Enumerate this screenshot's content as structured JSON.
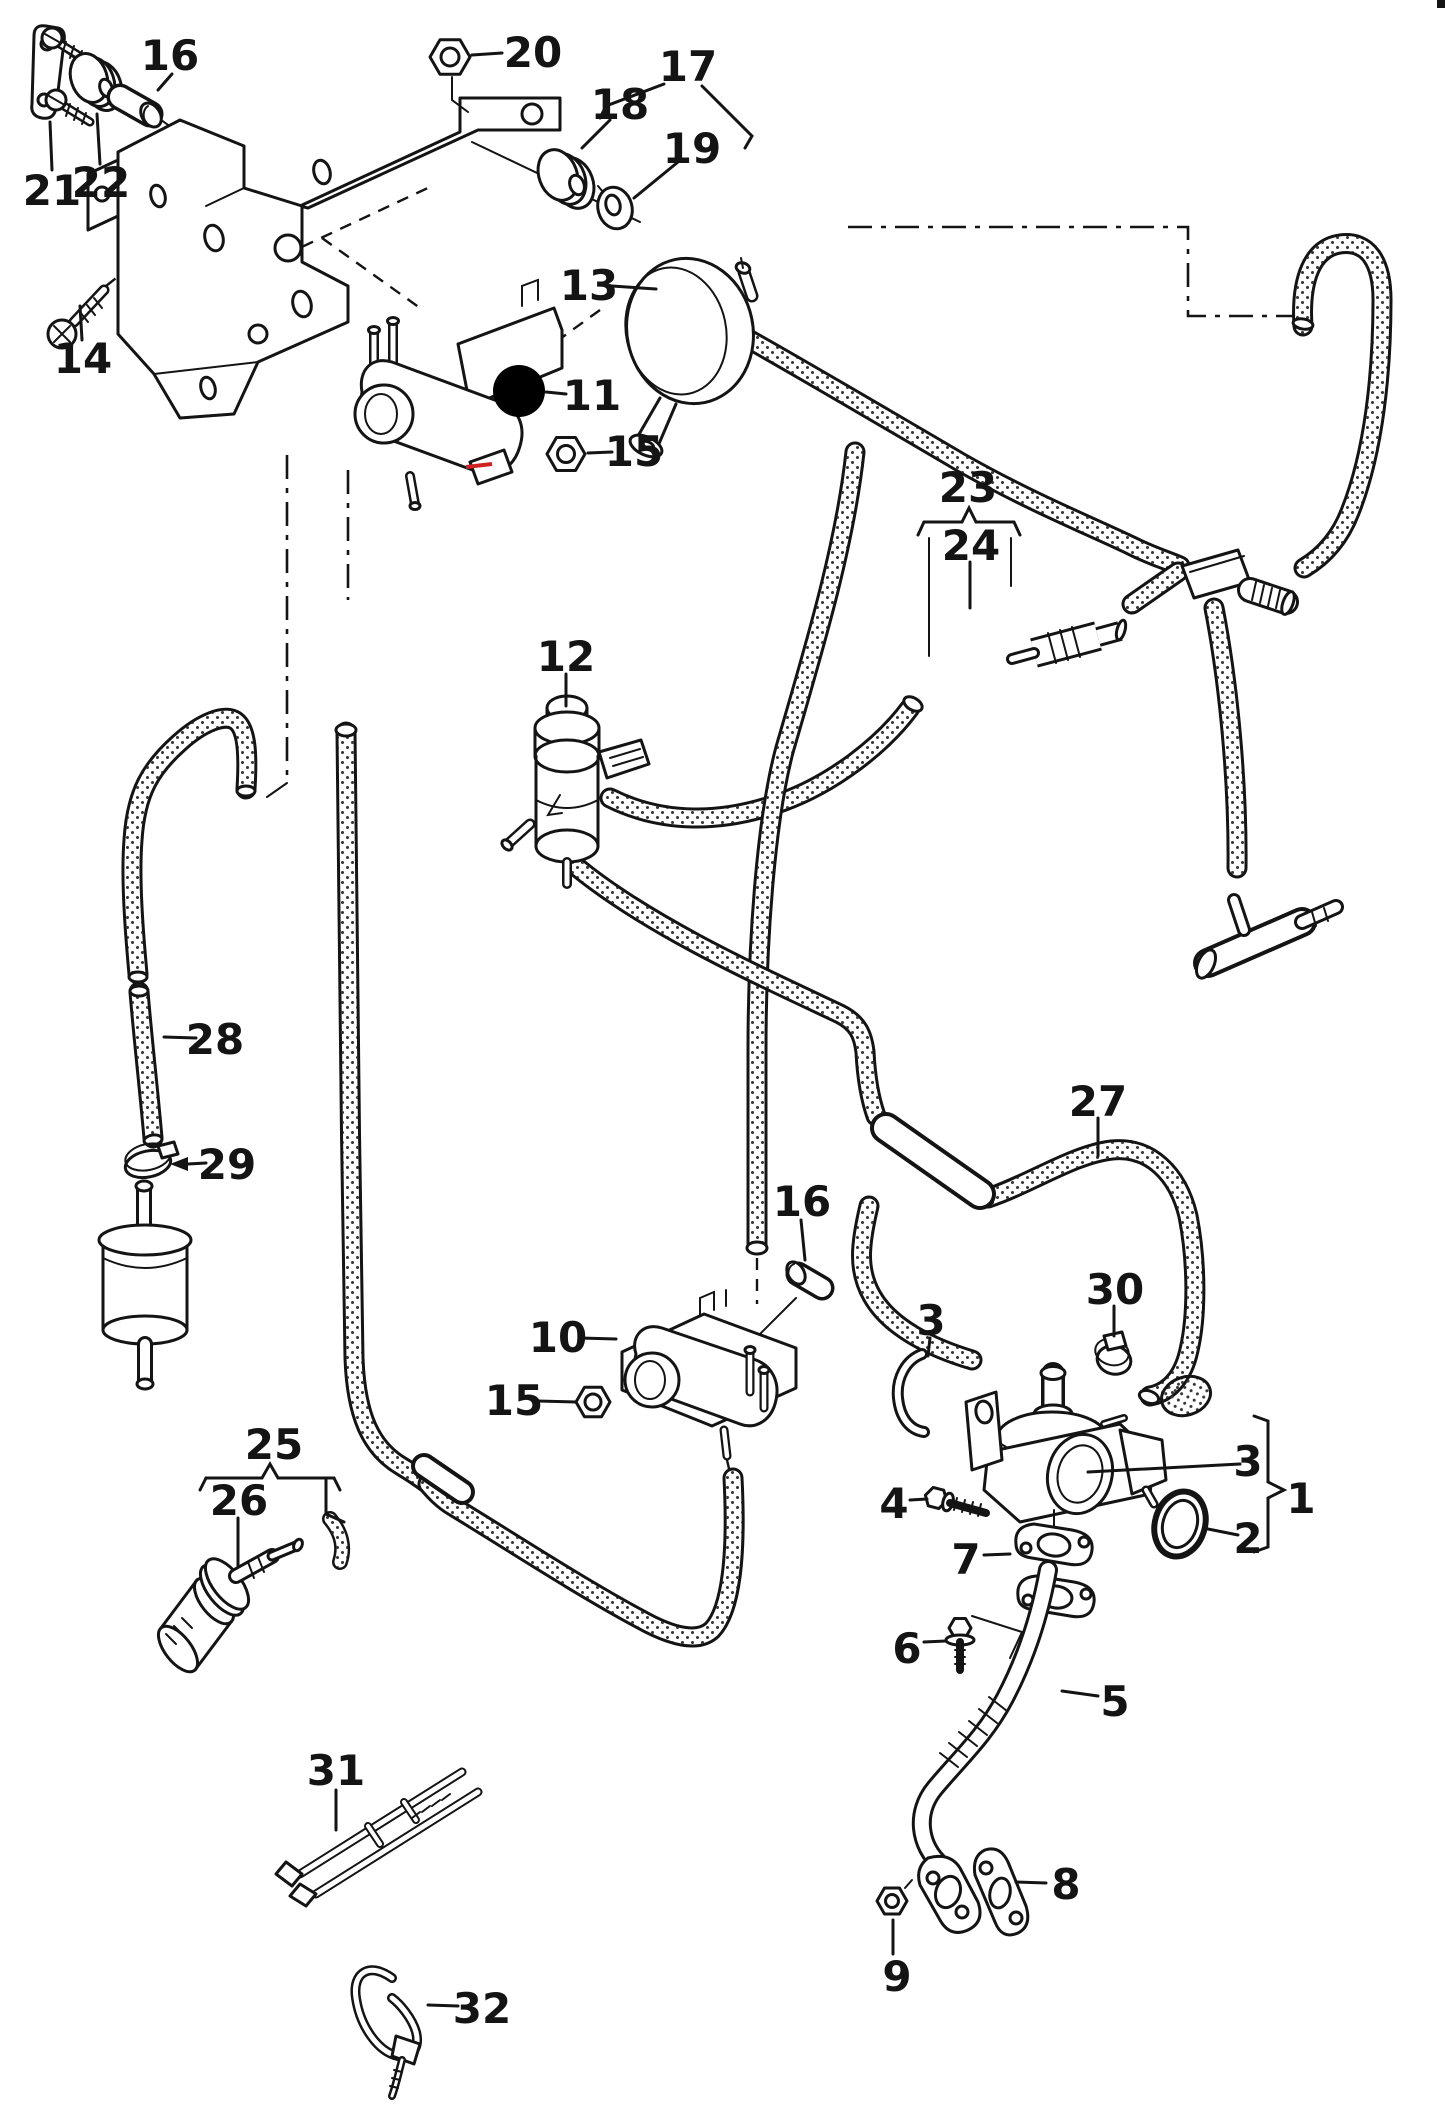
{
  "figure": {
    "type": "exploded-parts-diagram",
    "background_color": "#ffffff",
    "line_color": "#141414",
    "red_mark_color": "#cc2222",
    "highlight_dot_color": "#000000"
  },
  "callouts": {
    "c1": {
      "label": "1"
    },
    "c2": {
      "label": "2"
    },
    "c3a": {
      "label": "3"
    },
    "c3b": {
      "label": "3"
    },
    "c4": {
      "label": "4"
    },
    "c5": {
      "label": "5"
    },
    "c6": {
      "label": "6"
    },
    "c7": {
      "label": "7"
    },
    "c8": {
      "label": "8"
    },
    "c9": {
      "label": "9"
    },
    "c10": {
      "label": "10"
    },
    "c11": {
      "label": "11"
    },
    "c12": {
      "label": "12"
    },
    "c13": {
      "label": "13"
    },
    "c14": {
      "label": "14"
    },
    "c15a": {
      "label": "15"
    },
    "c15b": {
      "label": "15"
    },
    "c16a": {
      "label": "16"
    },
    "c16b": {
      "label": "16"
    },
    "c17": {
      "label": "17"
    },
    "c18": {
      "label": "18"
    },
    "c19": {
      "label": "19"
    },
    "c20": {
      "label": "20"
    },
    "c21": {
      "label": "21"
    },
    "c22": {
      "label": "22"
    },
    "c23": {
      "label": "23"
    },
    "c24": {
      "label": "24"
    },
    "c25": {
      "label": "25"
    },
    "c26": {
      "label": "26"
    },
    "c27": {
      "label": "27"
    },
    "c28": {
      "label": "28"
    },
    "c29": {
      "label": "29"
    },
    "c30": {
      "label": "30"
    },
    "c31": {
      "label": "31"
    },
    "c32": {
      "label": "32"
    }
  }
}
